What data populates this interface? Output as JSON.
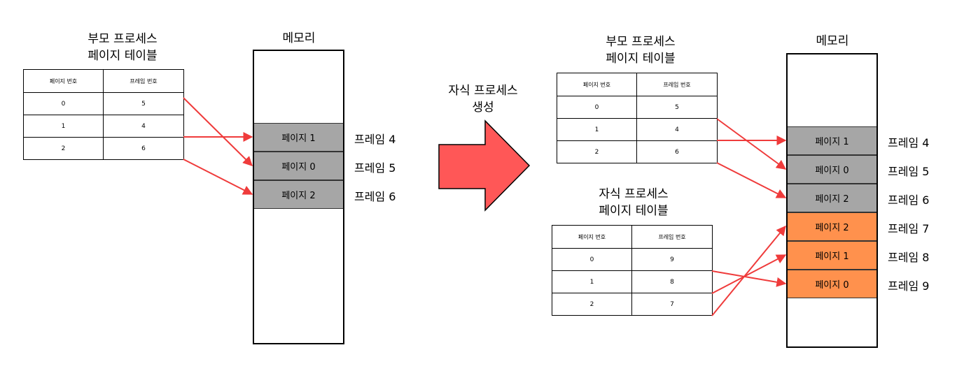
{
  "colors": {
    "shared_page": "#a6a6a6",
    "child_page": "#ff914d",
    "arrow": "#ef3b3b",
    "big_arrow": "#ff5757"
  },
  "left": {
    "parent_title": [
      "부모 프로세스",
      "페이지 테이블"
    ],
    "memory_label": "메모리",
    "table": {
      "headers": [
        "페이지 번호",
        "프레임 번호"
      ],
      "rows": [
        [
          "0",
          "5"
        ],
        [
          "1",
          "4"
        ],
        [
          "2",
          "6"
        ]
      ]
    },
    "pages": [
      "페이지 1",
      "페이지 0",
      "페이지 2"
    ],
    "frames": [
      "프레임 4",
      "프레임 5",
      "프레임 6"
    ]
  },
  "middle": {
    "label": [
      "자식 프로세스",
      "생성"
    ]
  },
  "right": {
    "parent_title": [
      "부모 프로세스",
      "페이지 테이블"
    ],
    "child_title": [
      "자식 프로세스",
      "페이지 테이블"
    ],
    "memory_label": "메모리",
    "parent_table": {
      "headers": [
        "페이지 번호",
        "프레임 번호"
      ],
      "rows": [
        [
          "0",
          "5"
        ],
        [
          "1",
          "4"
        ],
        [
          "2",
          "6"
        ]
      ]
    },
    "child_table": {
      "headers": [
        "페이지 번호",
        "프레임 번호"
      ],
      "rows": [
        [
          "0",
          "9"
        ],
        [
          "1",
          "8"
        ],
        [
          "2",
          "7"
        ]
      ]
    },
    "pages": [
      "페이지 1",
      "페이지 0",
      "페이지 2",
      "페이지 2",
      "페이지 1",
      "페이지 0"
    ],
    "frames": [
      "프레임 4",
      "프레임 5",
      "프레임 6",
      "프레임 7",
      "프레임 8",
      "프레임 9"
    ]
  }
}
